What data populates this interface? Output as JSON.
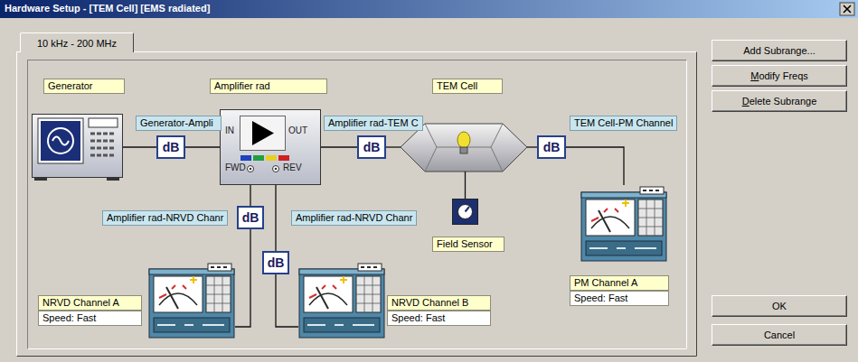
{
  "diagram": {
    "title": "Hardware Setup  - [TEM Cell] [EMS radiated]",
    "nodes": [
      {
        "text": [
          "10 kHz - 200 MHz"
        ]
      },
      {
        "text": [
          "Add Subrange..."
        ]
      },
      {
        "text": [
          "Modify Freqs"
        ]
      },
      {
        "text": [
          "Delete Subrange"
        ]
      },
      {
        "text": [
          "Generator"
        ]
      },
      {
        "text": [
          "dB"
        ]
      },
      {
        "text": [
          "Amplifier rad",
          "IN",
          "OUT",
          "FWD",
          "REV"
        ]
      },
      {
        "text": [
          "dB"
        ]
      },
      {
        "text": [
          "TEM Cell"
        ]
      },
      {
        "text": [
          "dB"
        ]
      },
      {
        "text": [
          "Field Sensor"
        ]
      },
      {
        "text": [
          "PM Channel A",
          "Speed: Fast"
        ]
      },
      {
        "text": [
          "dB"
        ]
      },
      {
        "text": [
          "dB"
        ]
      },
      {
        "text": [
          "NRVD Channel A",
          "Speed: Fast"
        ]
      },
      {
        "text": [
          "NRVD Channel B",
          "Speed: Fast"
        ]
      },
      {
        "text": [
          "OK"
        ]
      },
      {
        "text": [
          "Cancel"
        ]
      }
    ],
    "edges": [
      {
        "from": 4,
        "to": 5,
        "arrow": "none"
      },
      {
        "from": 5,
        "to": 6,
        "arrow": "none"
      },
      {
        "from": 6,
        "to": 7,
        "arrow": "none"
      },
      {
        "from": 7,
        "to": 8,
        "arrow": "none"
      },
      {
        "from": 8,
        "to": 9,
        "arrow": "none"
      },
      {
        "from": 9,
        "to": 11,
        "arrow": "none"
      },
      {
        "from": 8,
        "to": 10,
        "arrow": "none"
      },
      {
        "from": 6,
        "to": 12,
        "arrow": "none"
      },
      {
        "from": 12,
        "to": 14,
        "arrow": "none"
      },
      {
        "from": 6,
        "to": 13,
        "arrow": "none"
      },
      {
        "from": 13,
        "to": 15,
        "arrow": "none"
      }
    ],
    "labels": [
      "Generator-Ampli",
      "Amplifier rad-TEM C",
      "TEM Cell-PM Channel",
      "Amplifier rad-NRVD Chanr",
      "Amplifier rad-NRVD Chanr"
    ]
  }
}
